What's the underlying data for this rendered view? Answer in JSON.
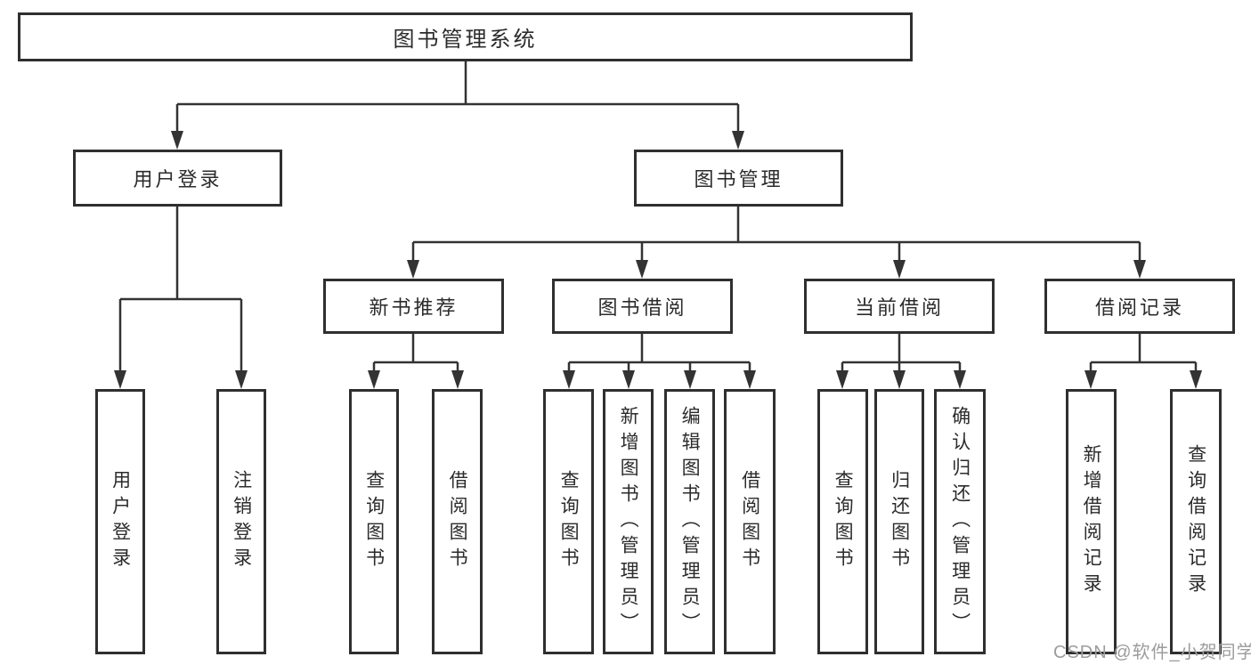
{
  "tree": {
    "label": "图书管理系统",
    "children": [
      {
        "label": "用户登录",
        "children": [
          {
            "label": "用户登录"
          },
          {
            "label": "注销登录"
          }
        ]
      },
      {
        "label": "图书管理",
        "children": [
          {
            "label": "新书推荐",
            "children": [
              {
                "label": "查询图书"
              },
              {
                "label": "借阅图书"
              }
            ]
          },
          {
            "label": "图书借阅",
            "children": [
              {
                "label": "查询图书"
              },
              {
                "label": "新增图书（管理员）"
              },
              {
                "label": "编辑图书（管理员）"
              },
              {
                "label": "借阅图书"
              }
            ]
          },
          {
            "label": "当前借阅",
            "children": [
              {
                "label": "查询图书"
              },
              {
                "label": "归还图书"
              },
              {
                "label": "确认归还（管理员）"
              }
            ]
          },
          {
            "label": "借阅记录",
            "children": [
              {
                "label": "新增借阅记录"
              },
              {
                "label": "查询借阅记录"
              }
            ]
          }
        ]
      }
    ]
  },
  "watermark": "CSDN @软件_小贺同学",
  "colors": {
    "line": "#333333",
    "box_border": "#2f2f2f",
    "text": "#2b2b2b",
    "watermark": "#9c9c9c",
    "background": "#ffffff"
  }
}
